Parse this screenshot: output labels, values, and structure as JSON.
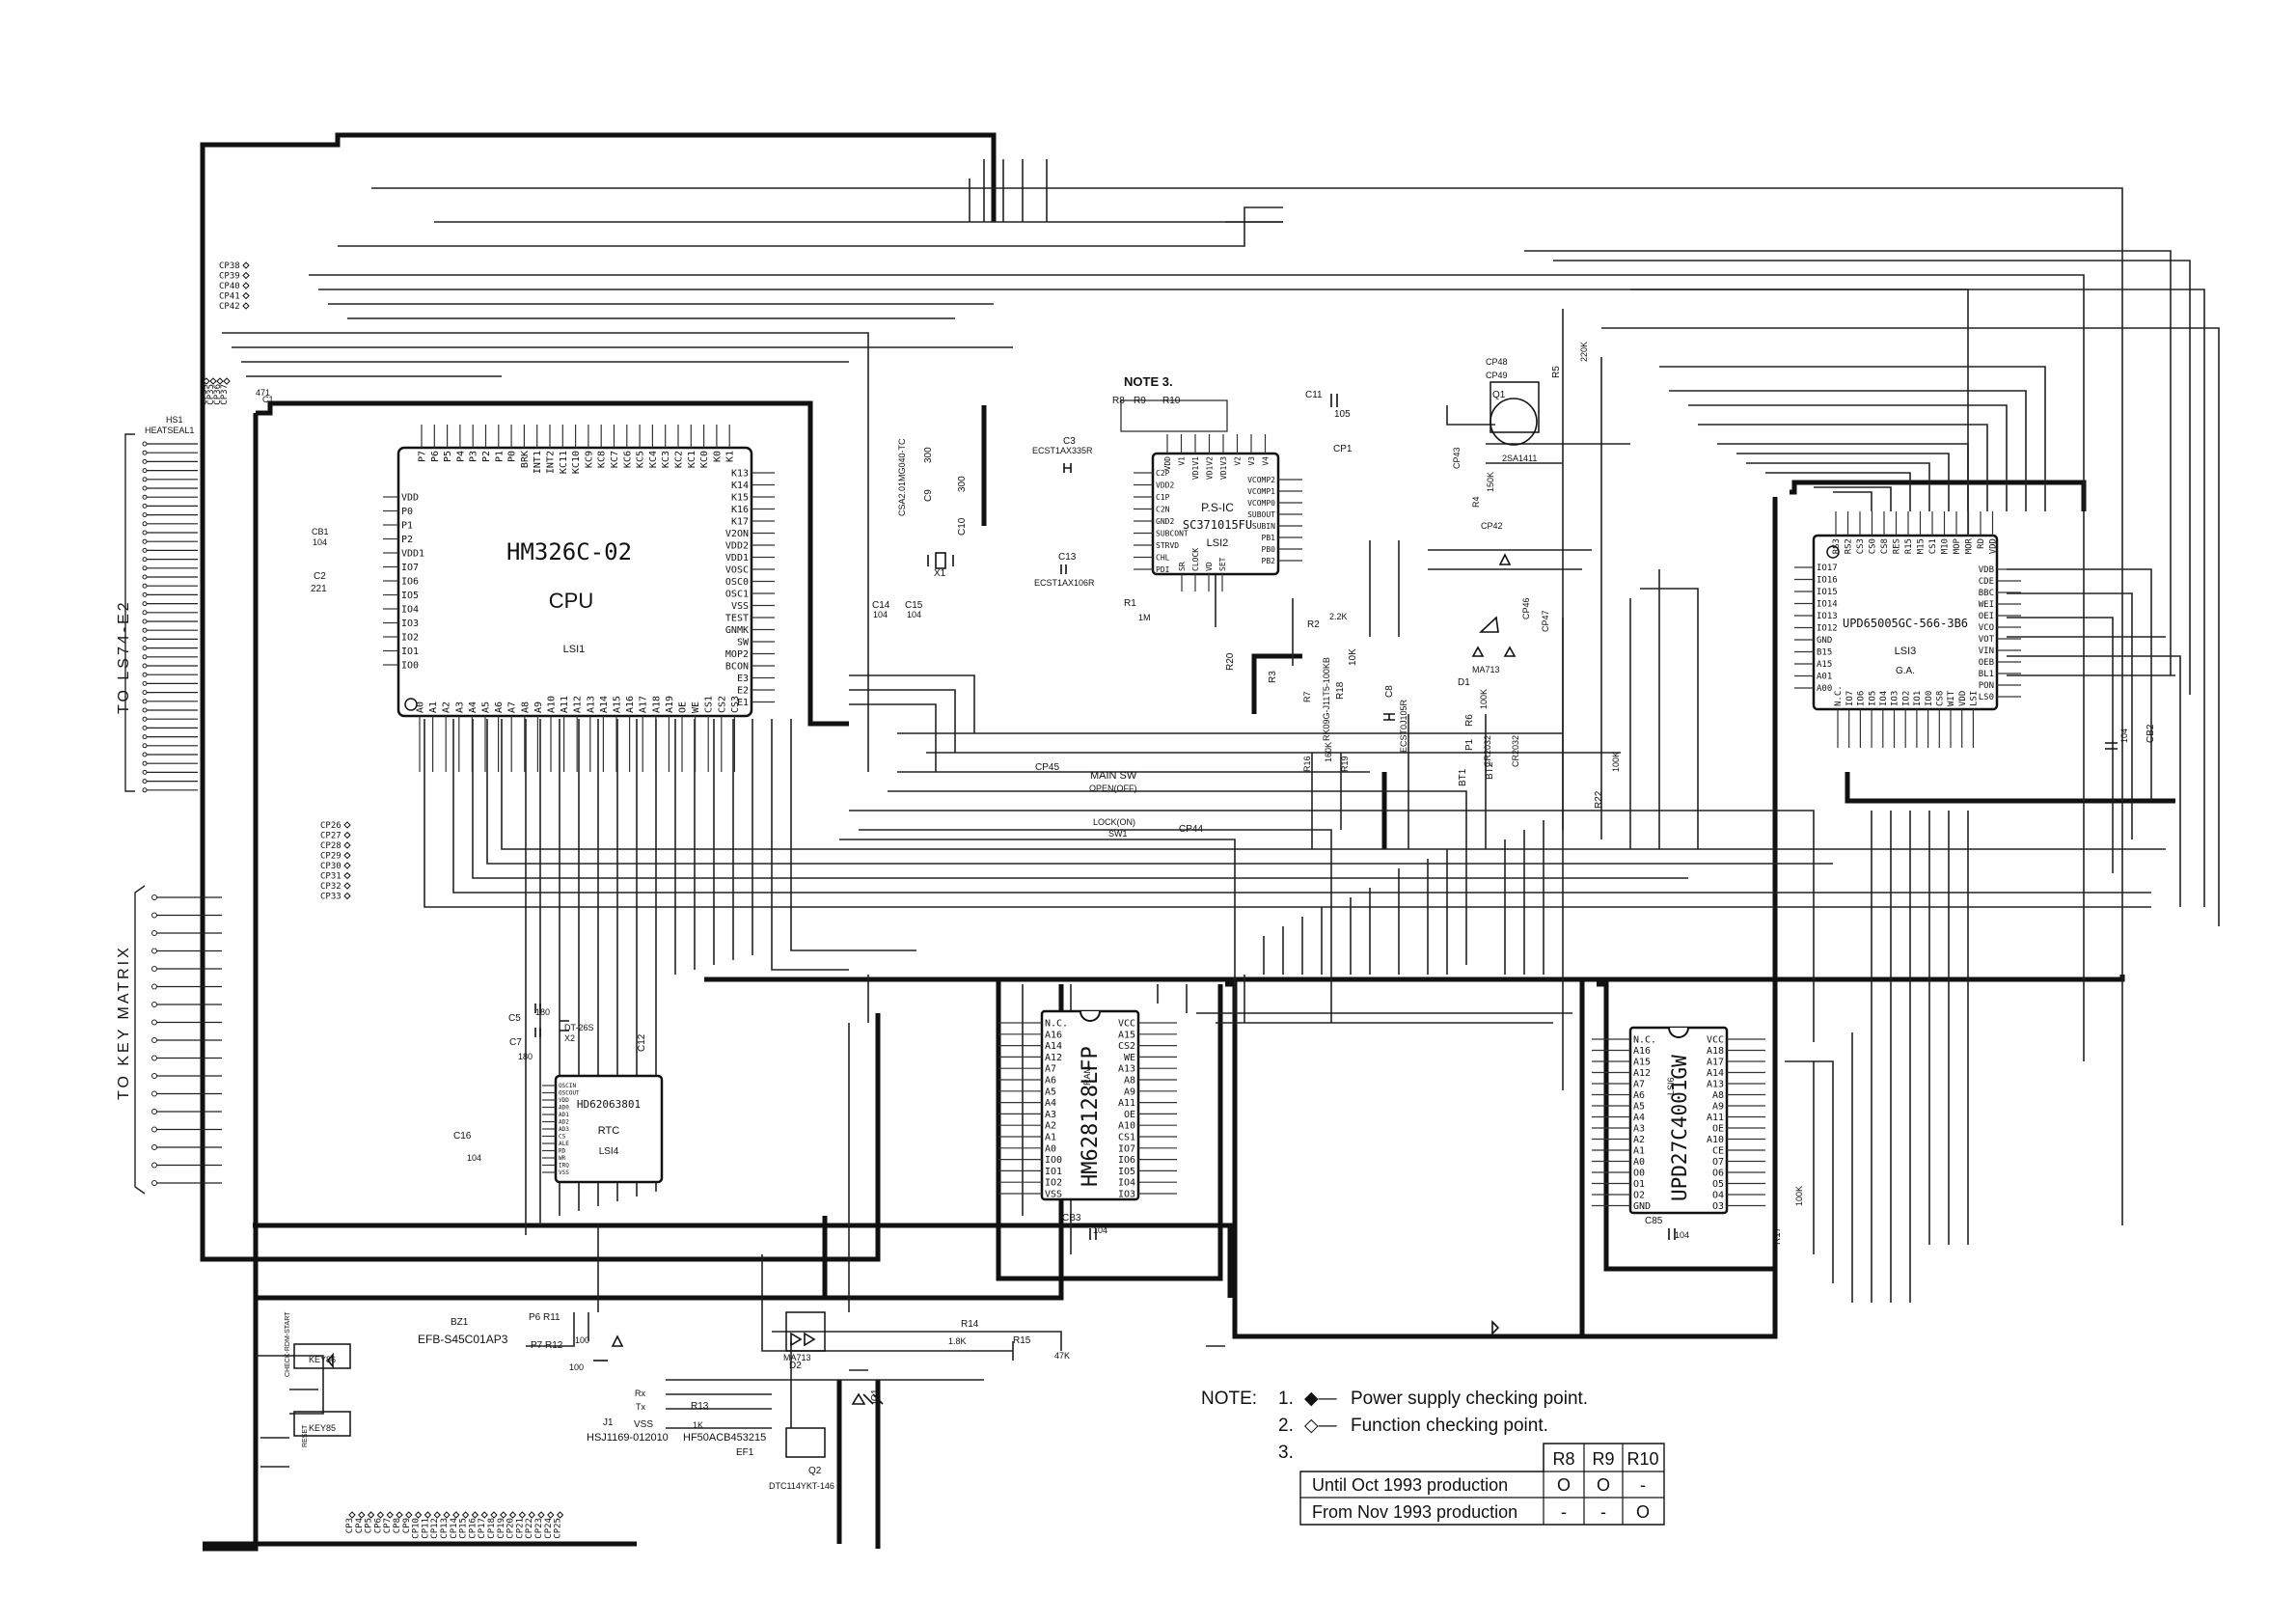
{
  "side_labels": {
    "left_top": "TO LS74-E2",
    "left_bottom": "TO KEY MATRIX",
    "heatseal": "HS1\nHEATSEAL1"
  },
  "chips": {
    "cpu": {
      "part": "HM326C-02",
      "name": "CPU",
      "ref": "LSI1"
    },
    "psic": {
      "name": "P.S-IC",
      "part": "SC371015FU",
      "ref": "LSI2",
      "note": "NOTE 3."
    },
    "ga": {
      "part": "UPD65005GC-566-3B6",
      "ref": "LSI3",
      "name": "G.A."
    },
    "rtc": {
      "part": "HD62063801",
      "name": "RTC",
      "ref": "LSI4"
    },
    "ram": {
      "part": "HM628128LFP",
      "ref": "RAM"
    },
    "rom": {
      "part": "UPD27C4001GW",
      "ref": "LSI6"
    }
  },
  "components": [
    {
      "id": "c1",
      "text": "C1"
    },
    {
      "id": "c1v",
      "text": "471"
    },
    {
      "id": "c2",
      "text": "C2"
    },
    {
      "id": "c2v",
      "text": "221"
    },
    {
      "id": "cb1",
      "text": "CB1"
    },
    {
      "id": "cb1v",
      "text": "104"
    },
    {
      "id": "c3",
      "text": "C3"
    },
    {
      "id": "c3v",
      "text": "ECST1AX335R"
    },
    {
      "id": "c13",
      "text": "C13"
    },
    {
      "id": "c13v",
      "text": "ECST1AX106R"
    },
    {
      "id": "c11",
      "text": "C11"
    },
    {
      "id": "c11v",
      "text": "105"
    },
    {
      "id": "cp1",
      "text": "CP1"
    },
    {
      "id": "r8",
      "text": "R8"
    },
    {
      "id": "r9",
      "text": "R9"
    },
    {
      "id": "r10",
      "text": "R10"
    },
    {
      "id": "r1",
      "text": "R1"
    },
    {
      "id": "r1v",
      "text": "1M"
    },
    {
      "id": "r2",
      "text": "R2"
    },
    {
      "id": "r2v",
      "text": "2.2K"
    },
    {
      "id": "r3",
      "text": "R3"
    },
    {
      "id": "r20",
      "text": "R20"
    },
    {
      "id": "r7",
      "text": "R7"
    },
    {
      "id": "r7v",
      "text": "RK09G-J11T5-100KB"
    },
    {
      "id": "r18",
      "text": "R18"
    },
    {
      "id": "r18v",
      "text": "10K"
    },
    {
      "id": "r16",
      "text": "R16"
    },
    {
      "id": "r16v",
      "text": "160K"
    },
    {
      "id": "r19",
      "text": "R19"
    },
    {
      "id": "c8",
      "text": "C8"
    },
    {
      "id": "c8v",
      "text": "ECST0J105R"
    },
    {
      "id": "c9",
      "text": "C9"
    },
    {
      "id": "c9v",
      "text": "300"
    },
    {
      "id": "c10",
      "text": "C10"
    },
    {
      "id": "c10v",
      "text": "300"
    },
    {
      "id": "x1",
      "text": "X1"
    },
    {
      "id": "x1v",
      "text": "CSA2.01MG040-TC"
    },
    {
      "id": "c14",
      "text": "C14"
    },
    {
      "id": "c14v",
      "text": "104"
    },
    {
      "id": "c15",
      "text": "C15"
    },
    {
      "id": "c15v",
      "text": "104"
    },
    {
      "id": "q1",
      "text": "Q1"
    },
    {
      "id": "q1v",
      "text": "2SA1411"
    },
    {
      "id": "r4",
      "text": "R4"
    },
    {
      "id": "r4v",
      "text": "150K"
    },
    {
      "id": "r5",
      "text": "R5"
    },
    {
      "id": "r5v",
      "text": "220K"
    },
    {
      "id": "cp43",
      "text": "CP43"
    },
    {
      "id": "cp48",
      "text": "CP48"
    },
    {
      "id": "cp49",
      "text": "CP49"
    },
    {
      "id": "cp42b",
      "text": "CP42"
    },
    {
      "id": "d1",
      "text": "D1"
    },
    {
      "id": "d1v",
      "text": "MA713"
    },
    {
      "id": "cp46",
      "text": "CP46"
    },
    {
      "id": "cp47",
      "text": "CP47"
    },
    {
      "id": "r6",
      "text": "R6"
    },
    {
      "id": "r6v",
      "text": "100K"
    },
    {
      "id": "p1",
      "text": "P1"
    },
    {
      "id": "bt1",
      "text": "BT1"
    },
    {
      "id": "bt2",
      "text": "BT2"
    },
    {
      "id": "bt1v",
      "text": "CR2032"
    },
    {
      "id": "bt2v",
      "text": "CR2032"
    },
    {
      "id": "r22",
      "text": "R22"
    },
    {
      "id": "r22v",
      "text": "100K"
    },
    {
      "id": "cp45",
      "text": "CP45"
    },
    {
      "id": "mainsw",
      "text": "MAIN SW"
    },
    {
      "id": "openoff",
      "text": "OPEN(OFF)"
    },
    {
      "id": "lockon",
      "text": "LOCK(ON)"
    },
    {
      "id": "sw1",
      "text": "SW1"
    },
    {
      "id": "cp44",
      "text": "CP44"
    },
    {
      "id": "c5",
      "text": "C5"
    },
    {
      "id": "c7",
      "text": "C7"
    },
    {
      "id": "c7v",
      "text": "180"
    },
    {
      "id": "c5v",
      "text": "180"
    },
    {
      "id": "x2",
      "text": "DT-26S\nX2"
    },
    {
      "id": "c12",
      "text": "C12"
    },
    {
      "id": "c16",
      "text": "C16"
    },
    {
      "id": "c16v",
      "text": "104"
    },
    {
      "id": "cb3",
      "text": "CB3"
    },
    {
      "id": "cb3v",
      "text": "104"
    },
    {
      "id": "c85",
      "text": "C85"
    },
    {
      "id": "c85v",
      "text": "104"
    },
    {
      "id": "r17",
      "text": "R17"
    },
    {
      "id": "r17v",
      "text": "100K"
    },
    {
      "id": "cb2",
      "text": "CB2"
    },
    {
      "id": "cb2v",
      "text": "104"
    },
    {
      "id": "bz1",
      "text": "BZ1"
    },
    {
      "id": "bz1v",
      "text": "EFB-S45C01AP3"
    },
    {
      "id": "p6",
      "text": "P6  R11"
    },
    {
      "id": "r11v",
      "text": "100"
    },
    {
      "id": "p7",
      "text": "P7  R12"
    },
    {
      "id": "r12v",
      "text": "100"
    },
    {
      "id": "key86",
      "text": "KEY86"
    },
    {
      "id": "key86l",
      "text": "CHECK-RDM-START"
    },
    {
      "id": "key85",
      "text": "KEY85"
    },
    {
      "id": "key85l",
      "text": "RESET"
    },
    {
      "id": "j1",
      "text": "J1"
    },
    {
      "id": "j1v",
      "text": "HSJ1169-012010"
    },
    {
      "id": "r13",
      "text": "R13"
    },
    {
      "id": "r13v",
      "text": "1K"
    },
    {
      "id": "ef1",
      "text": "EF1"
    },
    {
      "id": "ef1v",
      "text": "HF50ACB453215"
    },
    {
      "id": "rx",
      "text": "Rx"
    },
    {
      "id": "tx",
      "text": "Tx"
    },
    {
      "id": "vss",
      "text": "VSS"
    },
    {
      "id": "d2",
      "text": "D2"
    },
    {
      "id": "d2v",
      "text": "MA713"
    },
    {
      "id": "q2",
      "text": "Q2"
    },
    {
      "id": "q2v",
      "text": "DTC114YKT-146"
    },
    {
      "id": "r14",
      "text": "R14"
    },
    {
      "id": "r14v",
      "text": "1.8K"
    },
    {
      "id": "r15",
      "text": "R15"
    },
    {
      "id": "r15v",
      "text": "47K"
    },
    {
      "id": "ic1",
      "text": "IC1"
    }
  ],
  "connector_top_left": [
    "CP38",
    "CP39",
    "CP40",
    "CP41",
    "CP42"
  ],
  "connector_small": [
    "CP34",
    "CP35",
    "CP36",
    "CP37"
  ],
  "connector_mid_left": [
    "CP26",
    "CP27",
    "CP28",
    "CP29",
    "CP30",
    "CP31",
    "CP32",
    "CP33"
  ],
  "connector_bottom": [
    "CP3",
    "CP4",
    "CP5",
    "CP6",
    "CP7",
    "CP8",
    "CP9",
    "CP10",
    "CP11",
    "CP12",
    "CP13",
    "CP14",
    "CP15",
    "CP16",
    "CP17",
    "CP18",
    "CP19",
    "CP20",
    "CP21",
    "CP22",
    "CP23",
    "CP24",
    "CP25"
  ],
  "cpu_pins_left": [
    "VDD",
    "P0",
    "P1",
    "P2",
    "VDD1",
    "IO7",
    "IO6",
    "IO5",
    "IO4",
    "IO3",
    "IO2",
    "IO1",
    "IO0"
  ],
  "cpu_pins_top": [
    "P7",
    "P6",
    "P5",
    "P4",
    "P3",
    "P2",
    "P1",
    "P0",
    "BRK",
    "INT1",
    "INT2",
    "KC11",
    "KC10",
    "KC9",
    "KC8",
    "KC7",
    "KC6",
    "KC5",
    "KC4",
    "KC3",
    "KC2",
    "KC1",
    "KC0",
    "K0",
    "K1"
  ],
  "cpu_pins_right": [
    "K13",
    "K14",
    "K15",
    "K16",
    "K17",
    "V2ON",
    "VDD2",
    "VDD1",
    "VOSC",
    "OSC0",
    "OSC1",
    "VSS",
    "TEST",
    "GNMK",
    "SW",
    "MOP2",
    "BCON",
    "E3",
    "E2",
    "E1"
  ],
  "cpu_pins_bottom": [
    "A0",
    "A1",
    "A2",
    "A3",
    "A4",
    "A5",
    "A6",
    "A7",
    "A8",
    "A9",
    "A10",
    "A11",
    "A12",
    "A13",
    "A14",
    "A15",
    "A16",
    "A17",
    "A18",
    "A19",
    "OE",
    "WE",
    "CS1",
    "CS2",
    "CS3"
  ],
  "psic_pins_left": [
    "C2P",
    "VDD2",
    "C1P",
    "C2N",
    "GND2",
    "SUBCONT",
    "STRVD",
    "CHL",
    "PDI"
  ],
  "psic_pins_right": [
    "VCOMP2",
    "VCOMP1",
    "VCOMP0",
    "SUBOUT",
    "SUBIN",
    "PB1",
    "PB0",
    "PB2"
  ],
  "psic_pins_top": [
    "VDD",
    "V1",
    "VD1V1",
    "VD1V2",
    "VD1V3",
    "V2",
    "V3",
    "V4"
  ],
  "psic_pins_bottom": [
    "SR",
    "CLOCK",
    "VD",
    "SET"
  ],
  "ga_pins_left": [
    "IO17",
    "IO16",
    "IO15",
    "IO14",
    "IO13",
    "IO12",
    "GND",
    "B15",
    "A15",
    "A01",
    "A00"
  ],
  "ga_pins_top": [
    "RS3",
    "RS2",
    "CS3",
    "CS0",
    "CS8",
    "RES",
    "R15",
    "M15",
    "CS1",
    "M10",
    "MOP",
    "MOR",
    "RD",
    "VDD"
  ],
  "ga_pins_right": [
    "VDB",
    "CDE",
    "BBC",
    "WEI",
    "OEI",
    "VCO",
    "VOT",
    "VIN",
    "OEB",
    "BL1",
    "PON",
    "LS0"
  ],
  "ga_pins_bottom": [
    "N.C.",
    "IO7",
    "IO6",
    "IO5",
    "IO4",
    "IO3",
    "IO2",
    "IO1",
    "IO0",
    "CS8",
    "WIT",
    "VDD",
    "LSI"
  ],
  "ram_pins_left": [
    "N.C.",
    "A16",
    "A14",
    "A12",
    "A7",
    "A6",
    "A5",
    "A4",
    "A3",
    "A2",
    "A1",
    "A0",
    "IO0",
    "IO1",
    "IO2",
    "VSS"
  ],
  "ram_pins_right": [
    "VCC",
    "A15",
    "CS2",
    "WE",
    "A13",
    "A8",
    "A9",
    "A11",
    "OE",
    "A10",
    "CS1",
    "IO7",
    "IO6",
    "IO5",
    "IO4",
    "IO3"
  ],
  "rom_pins_left": [
    "N.C.",
    "A16",
    "A15",
    "A12",
    "A7",
    "A6",
    "A5",
    "A4",
    "A3",
    "A2",
    "A1",
    "A0",
    "O0",
    "O1",
    "O2",
    "GND"
  ],
  "rom_pins_right": [
    "VCC",
    "A18",
    "A17",
    "A14",
    "A13",
    "A8",
    "A9",
    "A11",
    "OE",
    "A10",
    "CE",
    "O7",
    "O6",
    "O5",
    "O4",
    "O3"
  ],
  "rtc_pins_left": [
    "OSCIN",
    "OSCOUT",
    "VDD",
    "AD0",
    "AD1",
    "AD2",
    "AD3",
    "CS",
    "ALE",
    "RD",
    "WR",
    "IRQ",
    "VSS"
  ],
  "notes": {
    "title": "NOTE:",
    "items": [
      {
        "num": "1.",
        "symbol": "◆—",
        "text": "Power supply checking point."
      },
      {
        "num": "2.",
        "symbol": "◇—",
        "text": "Function checking point."
      },
      {
        "num": "3.",
        "symbol": "",
        "text": ""
      }
    ],
    "table": {
      "headers": [
        "",
        "R8",
        "R9",
        "R10"
      ],
      "rows": [
        [
          "Until Oct 1993 production",
          "O",
          "O",
          "-"
        ],
        [
          "From Nov 1993 production",
          "-",
          "-",
          "O"
        ]
      ]
    }
  }
}
